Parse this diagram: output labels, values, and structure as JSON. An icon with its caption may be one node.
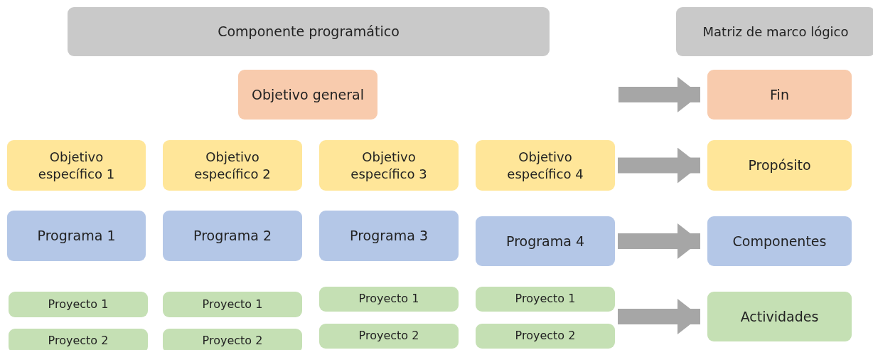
{
  "diagram": {
    "nodes": [
      {
        "text": [
          "Componente programático"
        ]
      },
      {
        "text": [
          "Matriz de marco lógico"
        ]
      },
      {
        "text": [
          "Objetivo general"
        ]
      },
      {
        "text": [
          "Fin"
        ]
      },
      {
        "text": [
          "Objetivo específico 1"
        ]
      },
      {
        "text": [
          "Objetivo específico 2"
        ]
      },
      {
        "text": [
          "Objetivo específico 3"
        ]
      },
      {
        "text": [
          "Objetivo específico 4"
        ]
      },
      {
        "text": [
          "Propósito"
        ]
      },
      {
        "text": [
          "Programa 1"
        ]
      },
      {
        "text": [
          "Programa 2"
        ]
      },
      {
        "text": [
          "Programa 3"
        ]
      },
      {
        "text": [
          "Programa 4"
        ]
      },
      {
        "text": [
          "Componentes"
        ]
      },
      {
        "text": [
          "Proyecto 1"
        ]
      },
      {
        "text": [
          "Proyecto 1"
        ]
      },
      {
        "text": [
          "Proyecto 1"
        ]
      },
      {
        "text": [
          "Proyecto 1"
        ]
      },
      {
        "text": [
          "Actividades"
        ]
      },
      {
        "text": [
          "Proyecto 2"
        ]
      },
      {
        "text": [
          "Proyecto 2"
        ]
      },
      {
        "text": [
          "Proyecto 2"
        ]
      },
      {
        "text": [
          "Proyecto 2"
        ]
      }
    ],
    "edges": [
      {
        "from": null,
        "to": 3,
        "arrow": "to"
      },
      {
        "from": 7,
        "to": 8,
        "arrow": "to"
      },
      {
        "from": 12,
        "to": 13,
        "arrow": "to"
      },
      {
        "from": 17,
        "to": 18,
        "arrow": "to"
      }
    ]
  }
}
